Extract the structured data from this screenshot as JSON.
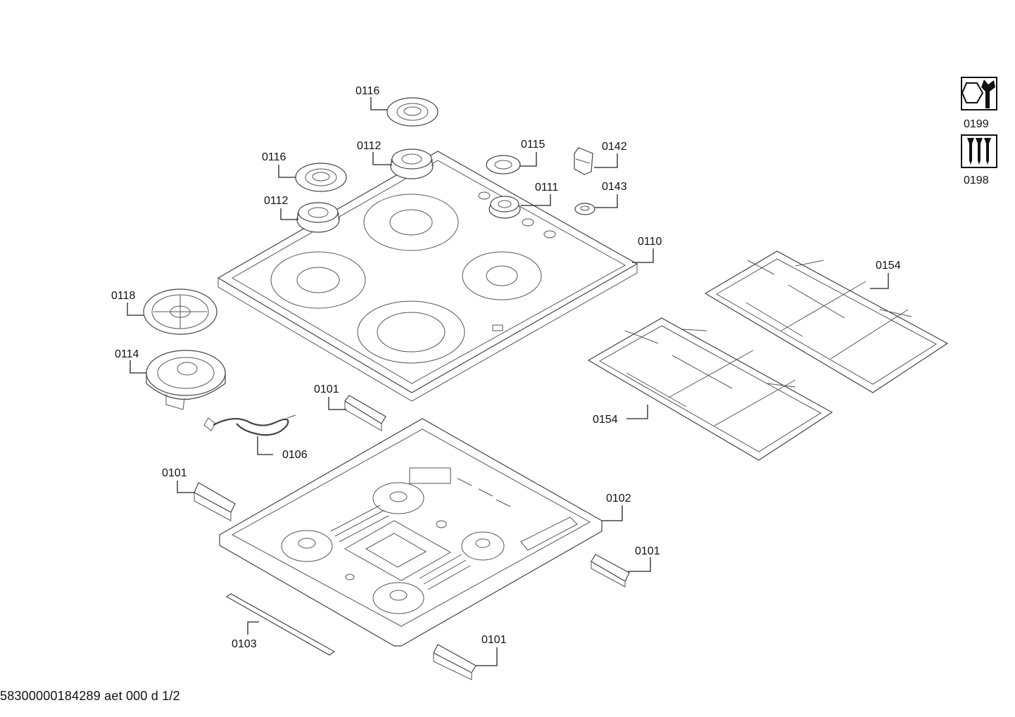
{
  "doc_id": "58300000184289 aet 000 d 1/2",
  "labels": {
    "l0116a": "0116",
    "l0116b": "0116",
    "l0112a": "0112",
    "l0112b": "0112",
    "l0115": "0115",
    "l0142": "0142",
    "l0111": "0111",
    "l0143": "0143",
    "l0110": "0110",
    "l0118": "0118",
    "l0114": "0114",
    "l0101a": "0101",
    "l0101b": "0101",
    "l0101c": "0101",
    "l0101d": "0101",
    "l0106": "0106",
    "l0102": "0102",
    "l0103": "0103",
    "l0154a": "0154",
    "l0154b": "0154",
    "l0199": "0199",
    "l0198": "0198"
  },
  "icons": {
    "kit_a": "nut-wrench-icon",
    "kit_b": "screws-icon"
  },
  "colors": {
    "ink": "#111111",
    "line": "#444444"
  }
}
